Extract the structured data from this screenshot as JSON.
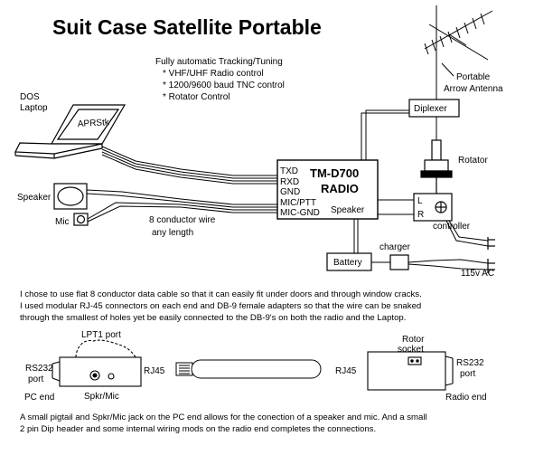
{
  "title": "Suit Case Satellite Portable",
  "features": {
    "heading": "Fully automatic Tracking/Tuning",
    "items": [
      "* VHF/UHF Radio control",
      "* 1200/9600 baud TNC control",
      "* Rotator Control"
    ]
  },
  "laptop": {
    "label_line1": "DOS",
    "label_line2": "Laptop",
    "screen_text": "APRStk"
  },
  "speaker_label": "Speaker",
  "mic_label": "Mic",
  "wire": {
    "line1": "8 conductor wire",
    "line2": "any length"
  },
  "radio": {
    "title_line1": "TM-D700",
    "title_line2": "RADIO",
    "pins": [
      "TXD",
      "RXD",
      "GND",
      "MIC/PTT",
      "MIC-GND"
    ],
    "speaker_label": "Speaker"
  },
  "antenna": {
    "line1": "Portable",
    "line2": "Arrow Antenna"
  },
  "diplexer_label": "Diplexer",
  "rotator_label": "Rotator",
  "controller": {
    "label": "controller",
    "l_label": "L",
    "r_label": "R"
  },
  "battery_label": "Battery",
  "charger_label": "charger",
  "ac_label": "115v AC",
  "paragraph": [
    "I chose to use flat 8 conductor data cable so that it can easily fit under doors and through window cracks.",
    "I used modular RJ-45 connectors on each end and DB-9 female adapters so that the wire can be snaked",
    "through the smallest of holes yet be easily connected to the DB-9's on both the radio and the Laptop."
  ],
  "pc_end": {
    "lpt1": "LPT1 port",
    "rs232_line1": "RS232",
    "rs232_line2": "port",
    "rj45": "RJ45",
    "end_label": "PC end",
    "spkr_mic": "Spkr/Mic"
  },
  "radio_end": {
    "rotor_line1": "Rotor",
    "rotor_line2": "socket",
    "rj45": "RJ45",
    "rs232_line1": "RS232",
    "rs232_line2": "port",
    "end_label": "Radio end"
  },
  "footer": [
    "A small pigtail and Spkr/Mic jack on the PC end allows for the conection of a speaker and mic.  And a small",
    "2 pin Dip header and some internal wiring mods on the radio end completes the connections."
  ]
}
